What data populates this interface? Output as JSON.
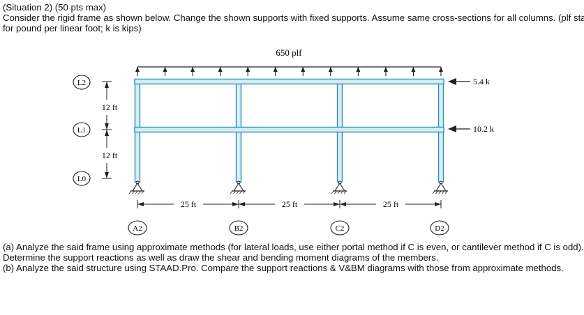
{
  "problem": {
    "header": "(Situation 2) (50 pts max)",
    "statement_line1": "Consider the rigid frame as shown below. Change the shown supports with fixed supports. Assume same cross-sections for all columns. (plf stands",
    "statement_line2": "for pound per linear foot; k is kips)"
  },
  "figure": {
    "load_label": "650 plf",
    "force_top": "5.4 k",
    "force_mid": "10.2 k",
    "level_labels": [
      "L2",
      "L1",
      "L0"
    ],
    "story_heights": [
      "12 ft",
      "12 ft"
    ],
    "bay_widths": [
      "25 ft",
      "25 ft",
      "25 ft"
    ],
    "support_labels": [
      "A2",
      "B2",
      "C2",
      "D2"
    ],
    "colors": {
      "member_fill": "#d8ecf4",
      "member_stroke": "#2c94b8",
      "line": "#222222"
    }
  },
  "questions": {
    "a_line1": "(a) Analyze the said frame using approximate methods (for lateral loads, use either portal method if C is even, or cantilever method if C is odd).",
    "a_line2": "Determine the support reactions as well as draw the shear and bending moment diagrams of the members.",
    "b_line1": "(b) Analyze the said structure using STAAD.Pro. Compare the support reactions & V&BM diagrams with those from approximate methods."
  }
}
